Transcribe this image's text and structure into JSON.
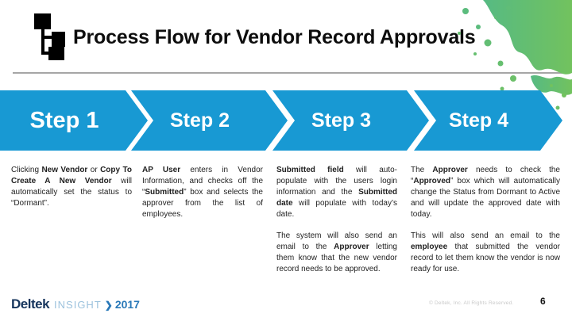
{
  "header": {
    "title": "Process Flow for Vendor Record Approvals"
  },
  "steps": [
    {
      "label": "Step 1",
      "paragraphs": [
        [
          {
            "t": "Clicking "
          },
          {
            "t": "New Vendor",
            "b": true
          },
          {
            "t": " or "
          },
          {
            "t": "Copy To Create A New Vendor",
            "b": true
          },
          {
            "t": " will automatically set the status to “Dormant”."
          }
        ]
      ]
    },
    {
      "label": "Step 2",
      "paragraphs": [
        [
          {
            "t": "AP User",
            "b": true
          },
          {
            "t": " enters in Vendor Information, and checks off the “"
          },
          {
            "t": "Submitted",
            "b": true
          },
          {
            "t": "” box and selects the approver from the list of employees."
          }
        ]
      ]
    },
    {
      "label": "Step 3",
      "paragraphs": [
        [
          {
            "t": "Submitted field",
            "b": true
          },
          {
            "t": " will auto-populate with the users login information and the "
          },
          {
            "t": "Submitted date",
            "b": true
          },
          {
            "t": " will populate with today’s date."
          }
        ],
        [
          {
            "t": "The system will also send an email to the "
          },
          {
            "t": "Approver",
            "b": true
          },
          {
            "t": " letting them know that the new vendor record needs to be approved."
          }
        ]
      ]
    },
    {
      "label": "Step 4",
      "paragraphs": [
        [
          {
            "t": "The "
          },
          {
            "t": "Approver",
            "b": true
          },
          {
            "t": " needs to check the “"
          },
          {
            "t": "Approved",
            "b": true
          },
          {
            "t": "” box which will automatically change the Status from Dormant to Active and will update the approved date with today."
          }
        ],
        [
          {
            "t": "This will also send an email to the "
          },
          {
            "t": "employee",
            "b": true
          },
          {
            "t": " that submitted the vendor record to let them know the vendor is now ready for use."
          }
        ]
      ]
    }
  ],
  "footer": {
    "logo": {
      "brand": "Deltek",
      "event": "INSIGHT",
      "chevron": "❯",
      "year": "2017"
    },
    "copyright": "© Deltek, Inc. All Rights Reserved.",
    "page_number": "6"
  },
  "colors": {
    "step_blue": "#1899d3",
    "title_text": "#0d0d0d",
    "divider_gray": "#a6a6a6",
    "splatter_green_1": "#56ba83",
    "splatter_green_2": "#72c25e",
    "logo_navy": "#17365d",
    "logo_light_blue": "#9cc2dd",
    "logo_blue": "#2878b8"
  }
}
